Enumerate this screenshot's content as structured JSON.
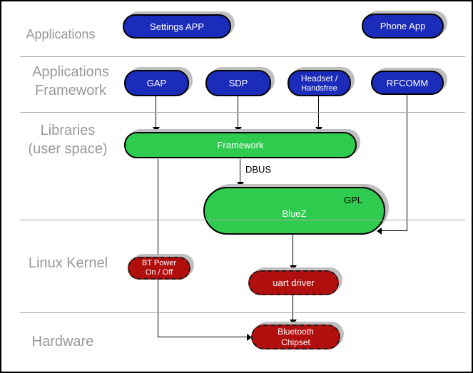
{
  "layers": [
    {
      "label": "Applications"
    },
    {
      "label": "Applications\nFramework"
    },
    {
      "label": "Libraries\n(user space)"
    },
    {
      "label": "Linux Kernel"
    },
    {
      "label": "Hardware"
    }
  ],
  "nodes": {
    "settings_app": {
      "label": "Settings APP",
      "color": "#1c2cba"
    },
    "phone_app": {
      "label": "Phone App",
      "color": "#1c2cba"
    },
    "gap": {
      "label": "GAP",
      "color": "#1c2cba"
    },
    "sdp": {
      "label": "SDP",
      "color": "#1c2cba"
    },
    "headset": {
      "label": "Headset /",
      "label2": "Handsfree",
      "color": "#1c2cba"
    },
    "rfcomm": {
      "label": "RFCOMM",
      "color": "#1c2cba"
    },
    "framework": {
      "label": "Framework",
      "color": "#2ecb4e"
    },
    "bluez": {
      "label": "BlueZ",
      "badge": "GPL",
      "color": "#2ecb4e"
    },
    "bt_power": {
      "label": "BT Power",
      "label2": "On / Off",
      "color": "#b10e0e"
    },
    "uart_driver": {
      "label": "uart driver",
      "color": "#b10e0e"
    },
    "bluetooth_chipset": {
      "label": "Bluetooth",
      "label2": "Chipset",
      "color": "#b10e0e"
    }
  },
  "edges": {
    "dbus_label": "DBUS"
  },
  "colors": {
    "app_blue": "#1c2cba",
    "lib_green": "#2ecb4e",
    "kernel_red": "#b10e0e",
    "layer_label_gray": "#989898",
    "divider_gray": "#a8a8a8",
    "shadow_gray": "#bfbfbf",
    "pill_text": "#ffffff"
  }
}
